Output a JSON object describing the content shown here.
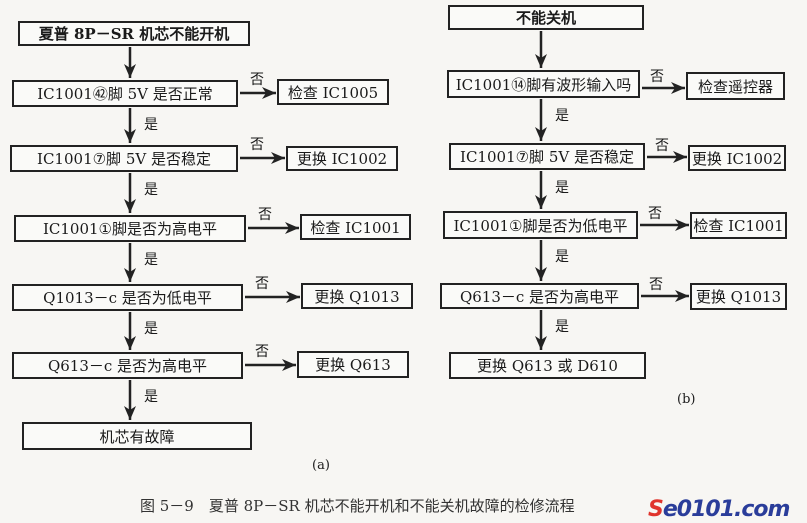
{
  "chart_a": {
    "start": "夏普 8P－SR 机芯不能开机",
    "steps": [
      {
        "question": "IC1001㊷脚 5V 是否正常",
        "no_action": "检查 IC1005"
      },
      {
        "question": "IC1001⑦脚 5V 是否稳定",
        "no_action": "更换 IC1002"
      },
      {
        "question": "IC1001①脚是否为高电平",
        "no_action": "检查 IC1001"
      },
      {
        "question": "Q1013－c 是否为低电平",
        "no_action": "更换 Q1013"
      },
      {
        "question": "Q613－c 是否为高电平",
        "no_action": "更换 Q613"
      }
    ],
    "end": "机芯有故障",
    "label": "(a)"
  },
  "chart_b": {
    "start": "不能关机",
    "steps": [
      {
        "question": "IC1001⑭脚有波形输入吗",
        "no_action": "检查遥控器"
      },
      {
        "question": "IC1001⑦脚 5V 是否稳定",
        "no_action": "更换 IC1002"
      },
      {
        "question": "IC1001①脚是否为低电平",
        "no_action": "检查 IC1001"
      },
      {
        "question": "Q613－c 是否为高电平",
        "no_action": "更换 Q1013"
      }
    ],
    "end": "更换 Q613 或 D610",
    "label": "(b)"
  },
  "yes": "是",
  "no": "否",
  "caption": "图 5－9　夏普 8P－SR 机芯不能开机和不能关机故障的检修流程",
  "watermark": {
    "s": "S",
    "rest": "e0101.com"
  }
}
